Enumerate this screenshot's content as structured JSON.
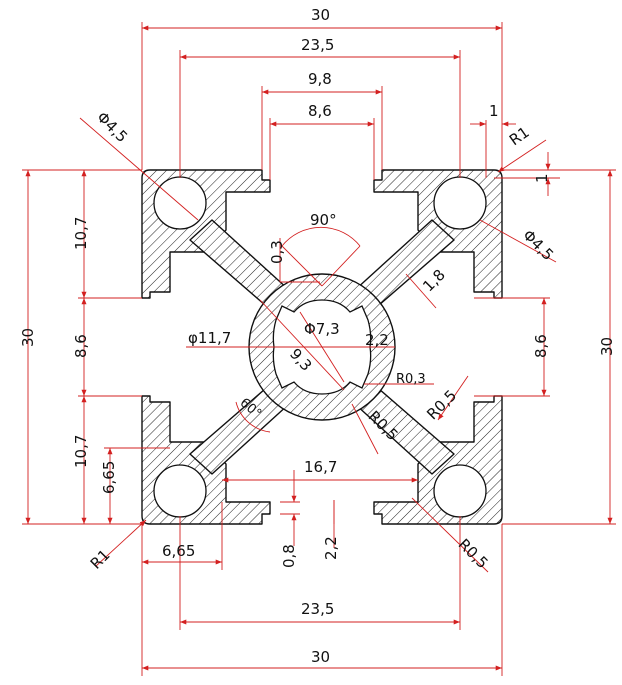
{
  "labels": {
    "w_top": "30",
    "w_23_5_top": "23,5",
    "w_9_8": "9,8",
    "w_8_6_top": "8,6",
    "hole_d_tl": "Φ4,5",
    "hole_d_r": "Φ4,5",
    "r1_top": "R1",
    "one_top": "1",
    "one_side": "1",
    "h_30_left": "30",
    "h_10_7_upper": "10,7",
    "h_8_6_left": "8,6",
    "h_10_7_lower": "10,7",
    "h_6_65": "6,65",
    "ang_90": "90°",
    "t_0_3": "0,3",
    "d_11_7": "φ11,7",
    "d_7_3": "Φ7,3",
    "d_9_3": "9,3",
    "t_2_2_c": "2,2",
    "t_1_8": "1,8",
    "r_0_3": "R0,3",
    "ang_60": "60°",
    "r_0_5_c": "R0,5",
    "r_0_5_r": "R0,5",
    "h_8_6_right": "8,6",
    "h_30_right": "30",
    "w_16_7": "16,7",
    "r1_bottom": "R1",
    "w_6_65": "6,65",
    "t_0_8": "0,8",
    "t_2_2_b": "2,2",
    "r_0_5_b": "R0,5",
    "w_23_5_bot": "23,5",
    "w_bot": "30"
  }
}
